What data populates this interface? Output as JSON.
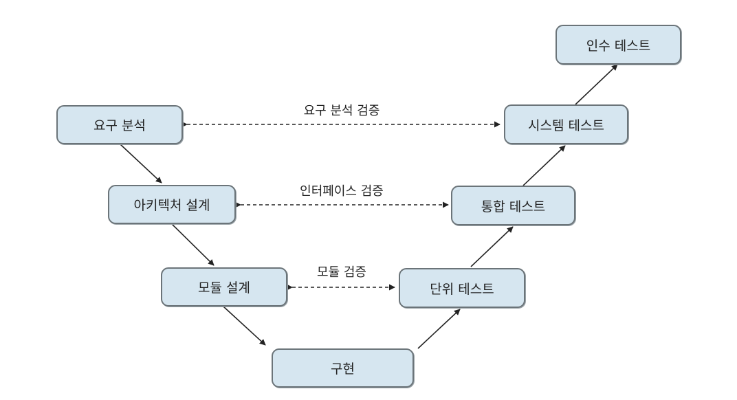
{
  "nodes": {
    "req": "요구 분석",
    "arch": "아키텍처 설계",
    "module": "모듈 설계",
    "impl": "구현",
    "unit": "단위 테스트",
    "integ": "통합 테스트",
    "system": "시스템 테스트",
    "accept": "인수 테스트"
  },
  "verifications": {
    "req": "요구 분석 검증",
    "interface": "인터페이스 검증",
    "module": "모듈 검증"
  },
  "colors": {
    "box_fill": "#d6e6f0",
    "box_border": "#6b7479",
    "arrow": "#222222"
  }
}
